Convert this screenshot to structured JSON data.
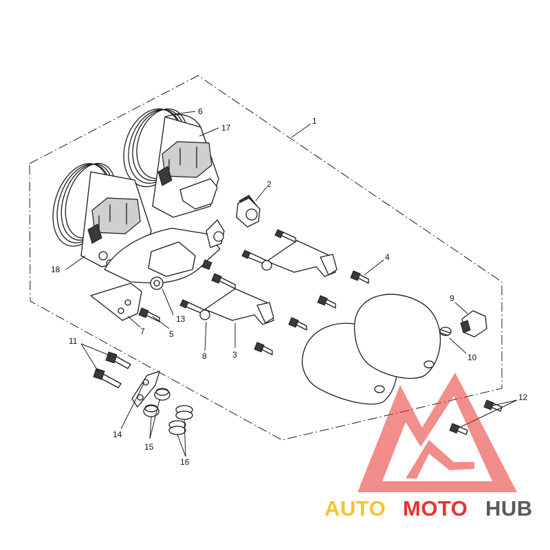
{
  "callouts": {
    "c1": "1",
    "c2": "2",
    "c3": "3",
    "c4": "4",
    "c5": "5",
    "c6": "6",
    "c7": "7",
    "c8": "8",
    "c9": "9",
    "c10": "10",
    "c11": "11",
    "c12": "12",
    "c13": "13",
    "c14": "14",
    "c15": "15",
    "c16": "16",
    "c17": "17",
    "c18": "18"
  },
  "watermark": {
    "part1": "AUTO",
    "part2": "MOTO",
    "part3": "HUB",
    "color_yellow": "#f4c430",
    "color_red": "#e8312e",
    "color_grey": "#5a5a5a"
  }
}
